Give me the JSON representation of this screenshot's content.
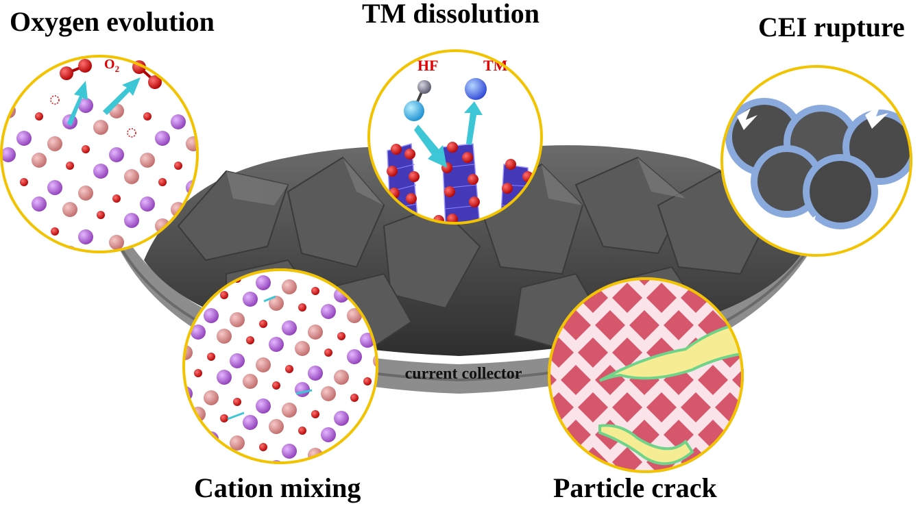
{
  "labels": {
    "oxygen_evolution": "Oxygen evolution",
    "tm_dissolution": "TM  dissolution",
    "cei_rupture": "CEI rupture",
    "cation_mixing": "Cation mixing",
    "particle_crack": "Particle crack",
    "current_collector": "current collector",
    "o2": "O",
    "o2_sub": "2",
    "hf": "HF",
    "tm": "TM"
  },
  "colors": {
    "circle_border": "#f2c300",
    "oxygen_atom": "#d40000",
    "tm_atom": "#d98c8c",
    "li_atom": "#a35cc9",
    "arrow": "#3cc6d6",
    "octahedra": "#3a2fb5",
    "cei_shell": "#8aa9dd",
    "crack_fill": "#f6ec93",
    "crack_edge": "#6fd38a",
    "tile": "#d6566b",
    "tile_bg": "#fbe3ea",
    "collector": "#8c8c8c",
    "particles": "#4a4a4a"
  }
}
